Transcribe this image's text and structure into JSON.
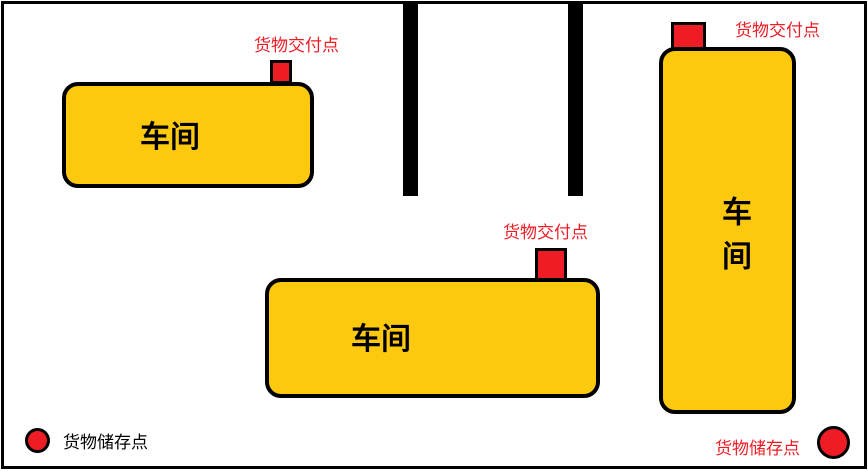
{
  "workshops": [
    {
      "label": "车间"
    },
    {
      "label": "车间"
    },
    {
      "label": "车间"
    }
  ],
  "delivery_points": [
    {
      "label": "货物交付点"
    },
    {
      "label": "货物交付点"
    },
    {
      "label": "货物交付点"
    }
  ],
  "storage_points": [
    {
      "label": "货物储存点",
      "label_color": "#000000"
    },
    {
      "label": "货物储存点",
      "label_color": "#ee1c24"
    }
  ],
  "colors": {
    "workshop_fill": "#fdc90e",
    "marker_red": "#ee1c24",
    "outline": "#000000"
  }
}
